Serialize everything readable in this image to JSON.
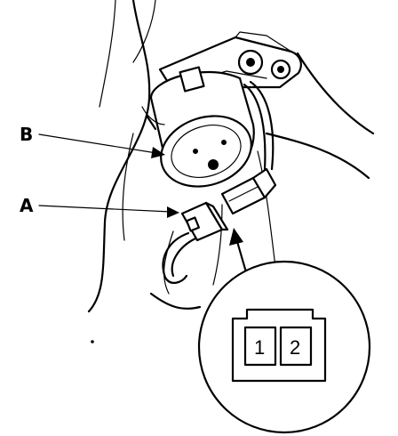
{
  "callouts": {
    "b": "B",
    "a": "A"
  },
  "connector_view": {
    "pin1": "1",
    "pin2": "2"
  },
  "colors": {
    "line": "#000000",
    "background": "#ffffff"
  }
}
